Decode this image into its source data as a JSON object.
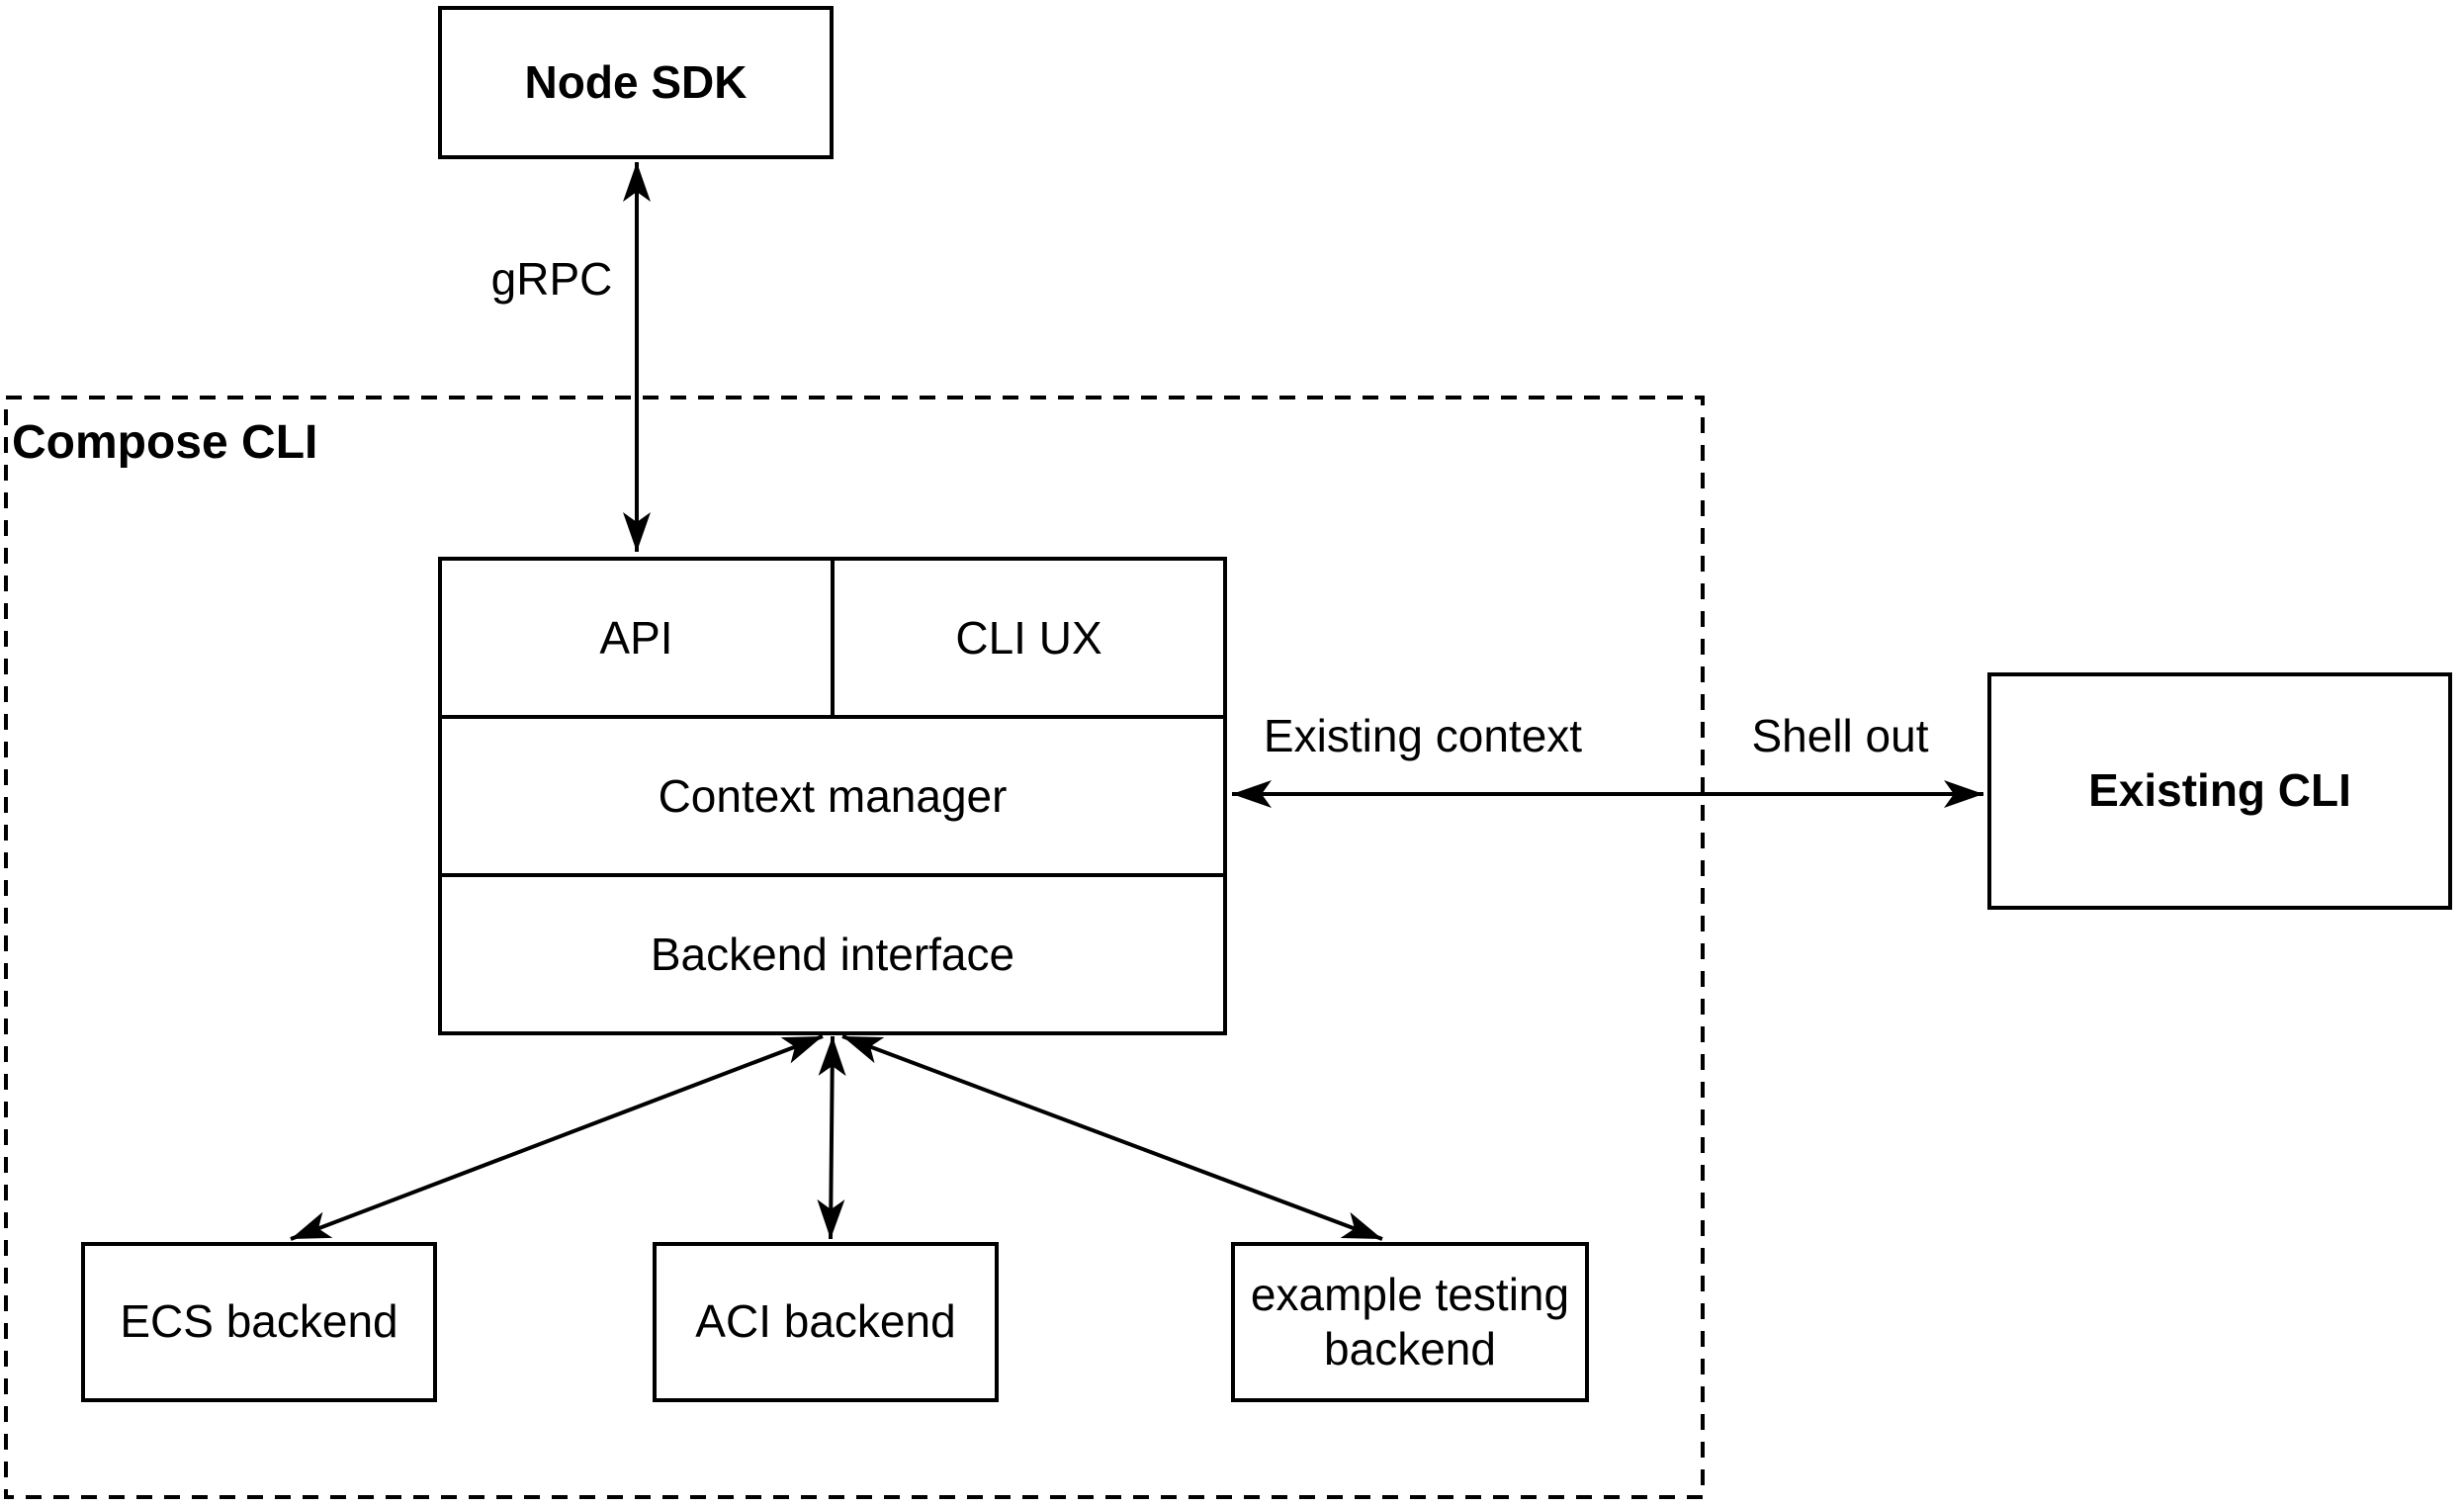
{
  "diagram": {
    "colors": {
      "stroke": "#000000",
      "background": "#ffffff"
    },
    "containers": {
      "compose_cli": {
        "label": "Compose CLI",
        "border_style": "dashed"
      }
    },
    "nodes": {
      "node_sdk": {
        "label": "Node SDK"
      },
      "api": {
        "label": "API"
      },
      "cli_ux": {
        "label": "CLI UX"
      },
      "context_manager": {
        "label": "Context manager"
      },
      "backend_interface": {
        "label": "Backend interface"
      },
      "existing_cli": {
        "label": "Existing CLI"
      },
      "ecs_backend": {
        "label": "ECS backend"
      },
      "aci_backend": {
        "label": "ACI backend"
      },
      "example_testing_backend": {
        "label": "example testing backend"
      }
    },
    "edges": {
      "grpc": {
        "label": "gRPC",
        "from": "Node SDK",
        "to": "API",
        "direction": "bidirectional"
      },
      "existing_context_shell_out": {
        "labels": [
          "Existing context",
          "Shell out"
        ],
        "from": "Context manager",
        "to": "Existing CLI",
        "direction": "bidirectional"
      },
      "to_ecs_backend": {
        "from": "Backend interface",
        "to": "ECS backend",
        "direction": "bidirectional"
      },
      "to_aci_backend": {
        "from": "Backend interface",
        "to": "ACI backend",
        "direction": "bidirectional"
      },
      "to_example_backend": {
        "from": "Backend interface",
        "to": "example testing backend",
        "direction": "bidirectional"
      }
    },
    "edge_labels": {
      "grpc": "gRPC",
      "existing_context": "Existing context",
      "shell_out": "Shell out"
    }
  }
}
